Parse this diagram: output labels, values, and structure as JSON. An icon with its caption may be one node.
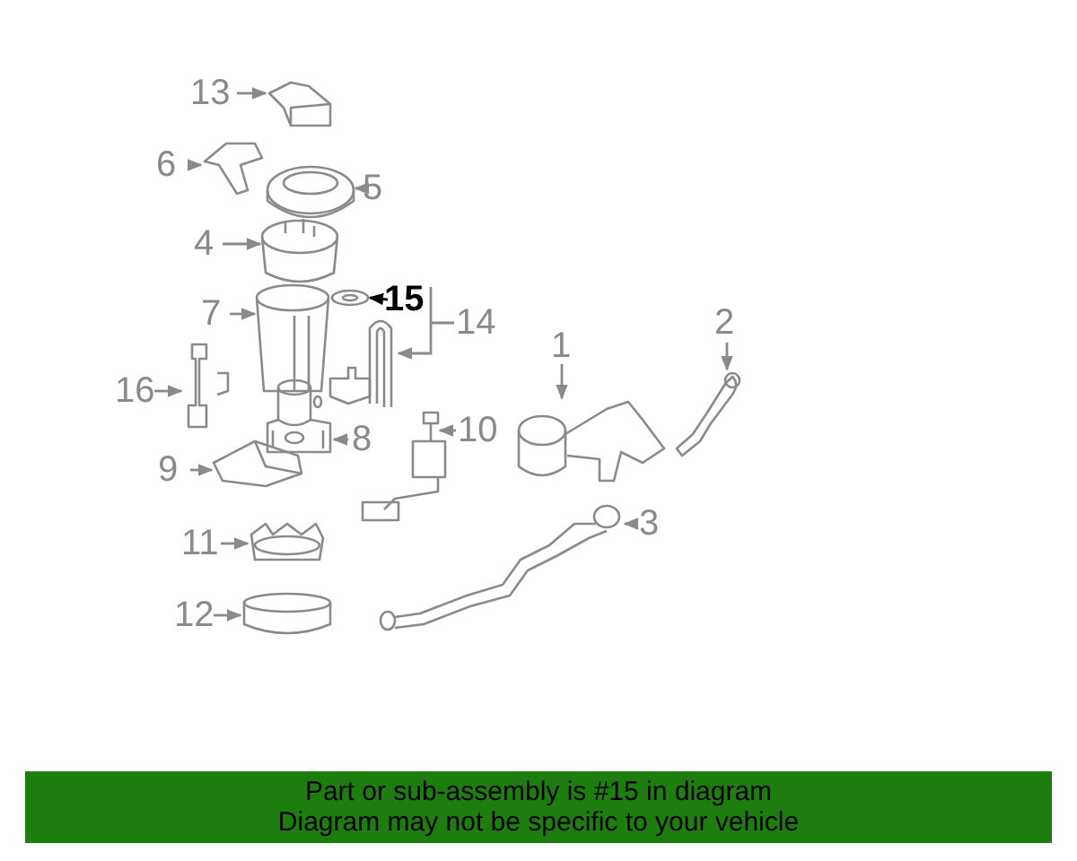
{
  "diagram": {
    "nodes": [
      {
        "text": [
          "13"
        ]
      },
      {
        "text": [
          "6"
        ]
      },
      {
        "text": [
          "5"
        ]
      },
      {
        "text": [
          "4"
        ]
      },
      {
        "text": [
          "15"
        ]
      },
      {
        "text": [
          "7"
        ]
      },
      {
        "text": [
          "14"
        ]
      },
      {
        "text": [
          "16"
        ]
      },
      {
        "text": [
          "1"
        ]
      },
      {
        "text": [
          "2"
        ]
      },
      {
        "text": [
          "10"
        ]
      },
      {
        "text": [
          "8"
        ]
      },
      {
        "text": [
          "9"
        ]
      },
      {
        "text": [
          "3"
        ]
      },
      {
        "text": [
          "11"
        ]
      },
      {
        "text": [
          "12"
        ]
      },
      {
        "text": [],
        "shape": "picture"
      },
      {
        "text": [],
        "shape": "picture"
      },
      {
        "text": [],
        "shape": "picture"
      },
      {
        "text": [],
        "shape": "picture"
      },
      {
        "text": [],
        "shape": "picture"
      },
      {
        "text": [],
        "shape": "picture"
      },
      {
        "text": [],
        "shape": "picture"
      },
      {
        "text": [],
        "shape": "picture"
      },
      {
        "text": [],
        "shape": "picture"
      },
      {
        "text": [],
        "shape": "picture"
      },
      {
        "text": [],
        "shape": "picture"
      },
      {
        "text": [],
        "shape": "picture"
      },
      {
        "text": [],
        "shape": "picture"
      },
      {
        "text": [],
        "shape": "picture"
      },
      {
        "text": [],
        "shape": "picture"
      },
      {
        "text": [],
        "shape": "picture"
      }
    ],
    "edges": [
      {
        "from": 0,
        "to": 16,
        "arrow": "to"
      },
      {
        "from": 1,
        "to": 17,
        "arrow": "to"
      },
      {
        "from": 2,
        "to": 18,
        "arrow": "to"
      },
      {
        "from": 3,
        "to": 19,
        "arrow": "to"
      },
      {
        "from": 4,
        "to": 20,
        "arrow": "to",
        "color": "#000000"
      },
      {
        "from": 5,
        "to": 21,
        "arrow": "to"
      },
      {
        "from": 6,
        "to": 22,
        "arrow": "to"
      },
      {
        "from": 7,
        "to": 23,
        "arrow": "to"
      },
      {
        "from": 8,
        "to": 24,
        "arrow": "to"
      },
      {
        "from": 9,
        "to": 25,
        "arrow": "to"
      },
      {
        "from": 10,
        "to": 26,
        "arrow": "to"
      },
      {
        "from": 11,
        "to": 27,
        "arrow": "to"
      },
      {
        "from": 12,
        "to": 28,
        "arrow": "to"
      },
      {
        "from": 13,
        "to": 29,
        "arrow": "to"
      },
      {
        "from": 14,
        "to": 30,
        "arrow": "to"
      },
      {
        "from": 15,
        "to": 31,
        "arrow": "to"
      }
    ],
    "labels": [
      "Part or sub-assembly is #15 in diagram",
      "Diagram may not be specific to your vehicle"
    ]
  }
}
